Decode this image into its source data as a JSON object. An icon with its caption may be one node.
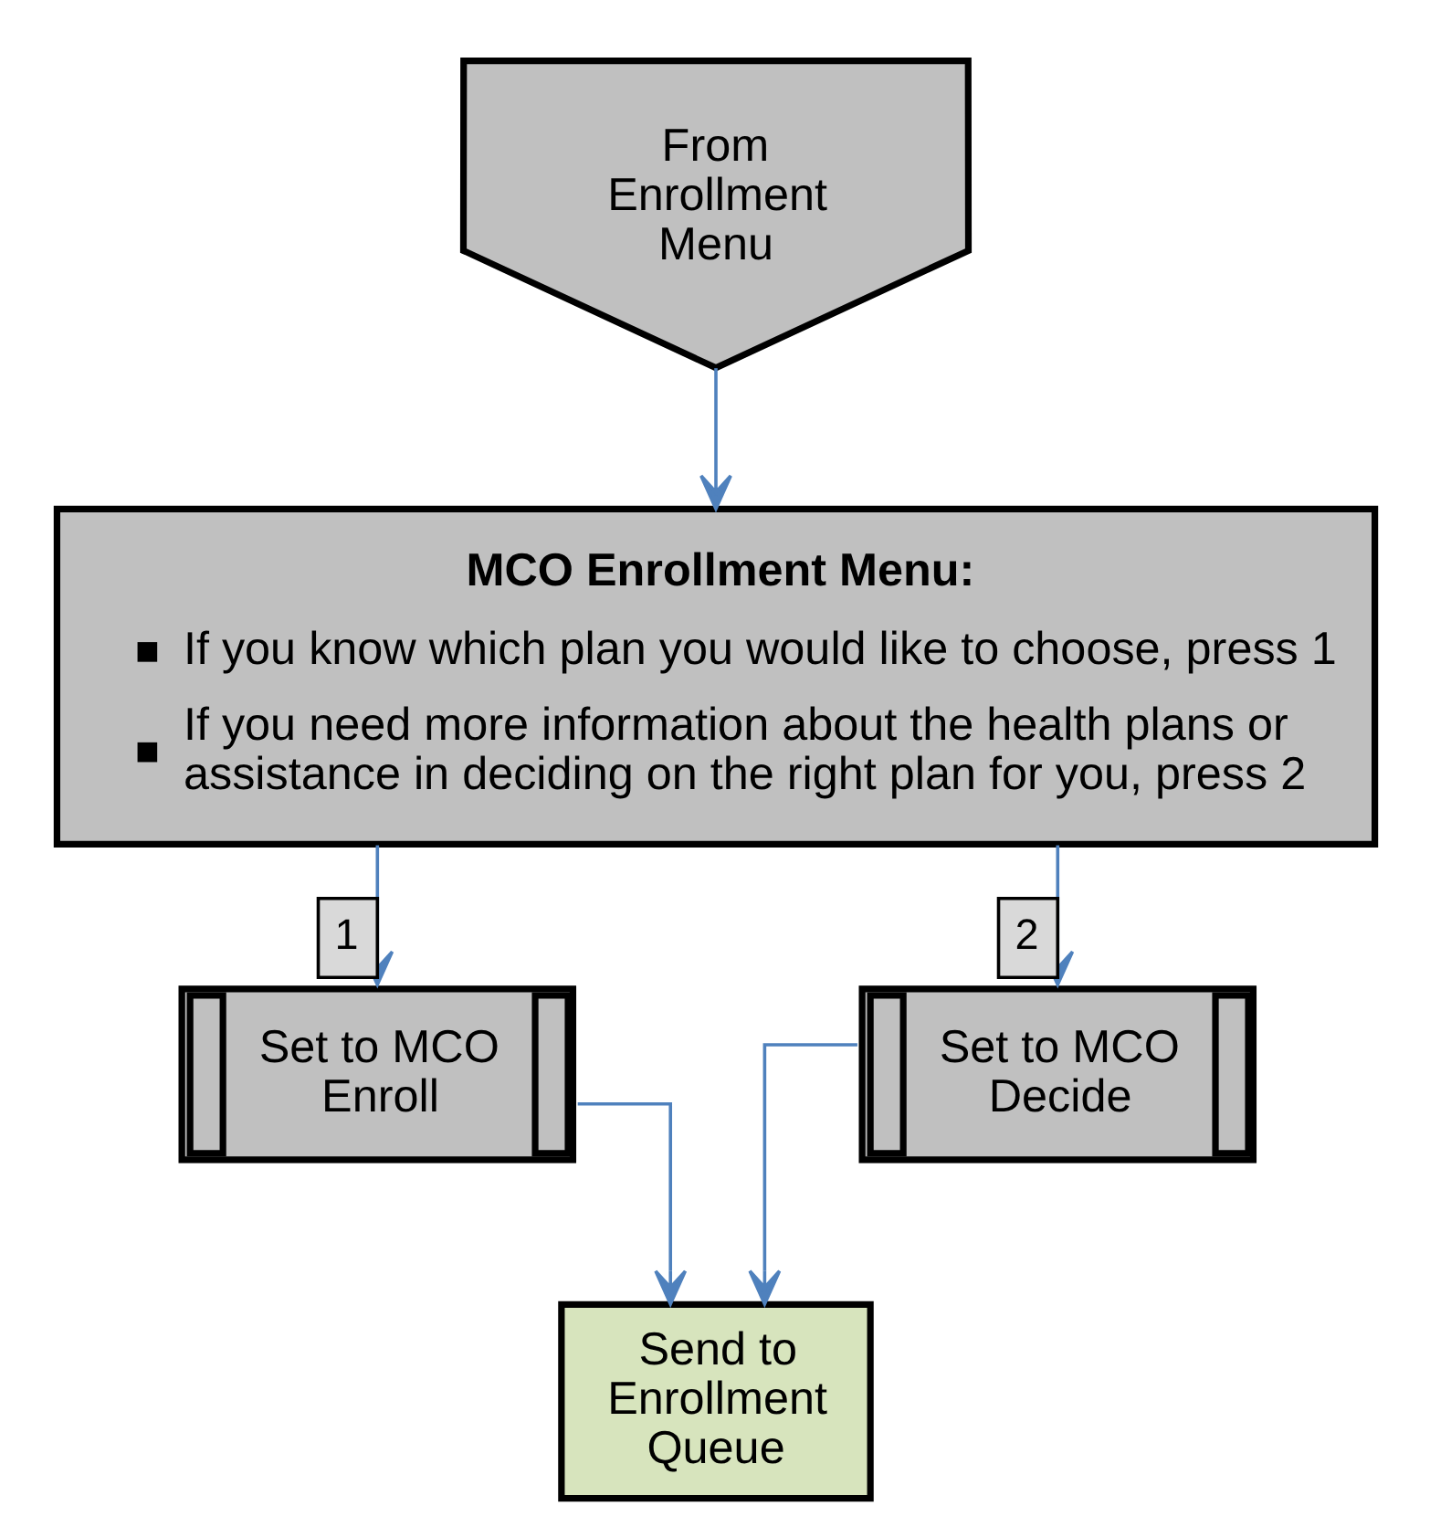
{
  "diagram": {
    "nodes": [
      {
        "text": [
          "From Enrollment Menu"
        ]
      },
      {
        "text": [
          "MCO Enrollment Menu:",
          "If you know which plan you would like to choose, press 1",
          "If you need more information about the health plans or assistance in deciding on the right plan for you, press 2"
        ]
      },
      {
        "text": [
          "Set to MCO Enroll"
        ]
      },
      {
        "text": [
          "Set to MCO Decide"
        ]
      },
      {
        "text": [
          "Send to Enrollment Queue"
        ]
      }
    ],
    "edges": [
      {
        "from": 0,
        "to": 1,
        "arrow": "to"
      },
      {
        "from": 1,
        "to": 2,
        "arrow": "to",
        "label": "1"
      },
      {
        "from": 1,
        "to": 3,
        "arrow": "to",
        "label": "2"
      },
      {
        "from": 2,
        "to": 4,
        "arrow": "to"
      },
      {
        "from": 3,
        "to": 4,
        "arrow": "to"
      }
    ]
  }
}
